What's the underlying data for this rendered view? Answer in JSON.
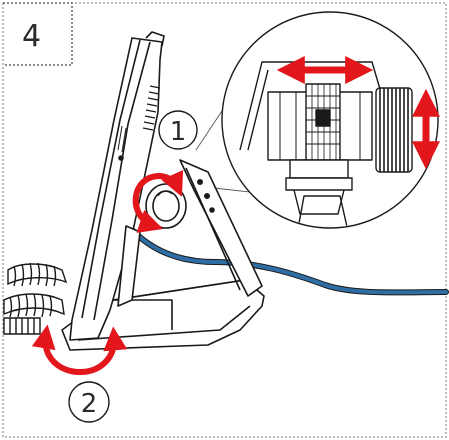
{
  "figure": {
    "step_number": "4",
    "callout_1": "1",
    "callout_2": "2",
    "colors": {
      "outline": "#1a1a1a",
      "arrow_red": "#e3161c",
      "cable_blue": "#2f6ea5",
      "frame_dash": "#7a7a7a",
      "fill_white": "#ffffff",
      "shade_gray": "#d9d9d9"
    },
    "icons": [
      "double-arrow-horizontal-icon",
      "double-arrow-vertical-icon",
      "rotate-arrow-icon",
      "rotate-arrow-icon"
    ]
  }
}
